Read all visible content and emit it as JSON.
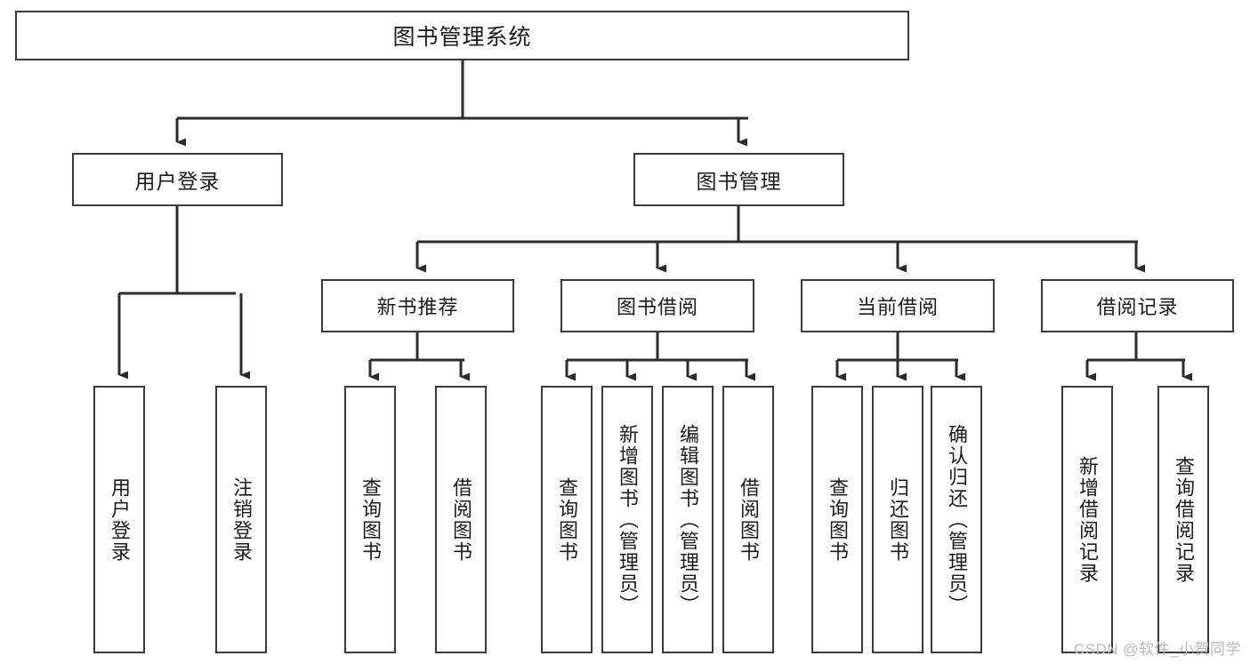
{
  "diagram": {
    "title": "图书管理系统",
    "watermark": "CSDN @软件_小贺同学",
    "colors": {
      "border": "#3a3a3a",
      "background": "#ffffff",
      "text": "#1c1c1c",
      "connector": "#2b2b2b",
      "watermark": "#b9b9b9"
    },
    "root": {
      "label": "图书管理系统"
    },
    "level1": [
      {
        "label": "用户登录"
      },
      {
        "label": "图书管理"
      }
    ],
    "level2": [
      {
        "label": "新书推荐"
      },
      {
        "label": "图书借阅"
      },
      {
        "label": "当前借阅"
      },
      {
        "label": "借阅记录"
      }
    ],
    "leaves": {
      "user_login": [
        {
          "label": "用户登录"
        },
        {
          "label": "注销登录"
        }
      ],
      "new_book_recommend": [
        {
          "label": "查询图书"
        },
        {
          "label": "借阅图书"
        }
      ],
      "book_borrow": [
        {
          "label": "查询图书"
        },
        {
          "label": "新增图书（管理员）"
        },
        {
          "label": "编辑图书（管理员）"
        },
        {
          "label": "借阅图书"
        }
      ],
      "current_borrow": [
        {
          "label": "查询图书"
        },
        {
          "label": "归还图书"
        },
        {
          "label": "确认归还（管理员）"
        }
      ],
      "borrow_record": [
        {
          "label": "新增借阅记录"
        },
        {
          "label": "查询借阅记录"
        }
      ]
    }
  }
}
